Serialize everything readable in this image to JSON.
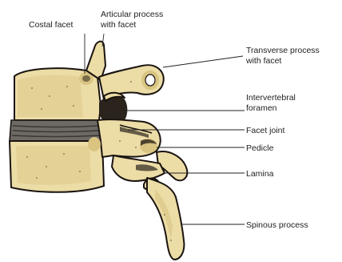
{
  "labels": {
    "costal_facet": "Costal facet",
    "articular_process_line1": "Articular process",
    "articular_process_line2": "with facet",
    "transverse_process_line1": "Transverse process",
    "transverse_process_line2": "with facet",
    "intervertebral_foramen_line1": "Intervertebral",
    "intervertebral_foramen_line2": "foramen",
    "facet_joint": "Facet joint",
    "pedicle": "Pedicle",
    "lamina": "Lamina",
    "spinous_process": "Spinous process"
  },
  "colors": {
    "bone": "#ecdca6",
    "bone_shade": "#d9c482",
    "outline": "#1a1410",
    "shadow": "#2a241c",
    "disc": "#6d6a66",
    "text": "#222222"
  }
}
